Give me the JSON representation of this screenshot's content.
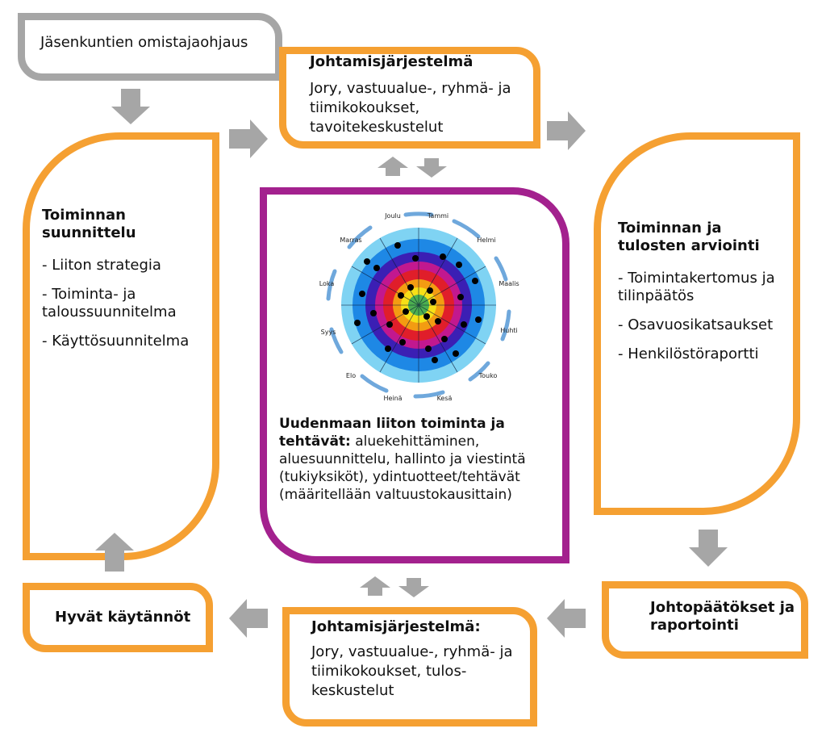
{
  "owner_guidance": "Jäsenkuntien omistajaohjaus",
  "top_mgmt": {
    "title": "Johtamisjärjestelmä",
    "body": "Jory, vastuualue-, ryhmä- ja tiimikokoukset, tavoitekeskustelut"
  },
  "planning": {
    "title": "Toiminnan suunnittelu",
    "items": [
      "- Liiton strategia",
      "- Toiminta- ja taloussuunnitelma",
      "- Käyttösuunnitelma"
    ]
  },
  "evaluation": {
    "title": "Toiminnan ja tulosten arviointi",
    "items": [
      "- Toimintakertomus ja tilinpäätös",
      "- Osavuosikatsaukset",
      "- Henkilöstöraportti"
    ]
  },
  "center": {
    "title": "Uudenmaan liiton toiminta ja tehtävät:",
    "body": "aluekehittäminen, aluesuunnittelu, hallinto ja viestintä (tukiyksiköt), ydintuotteet/tehtävät (määritellään valtuustokausittain)",
    "months": [
      "Tammi",
      "Helmi",
      "Maalis",
      "Huhti",
      "Touko",
      "Kesä",
      "Heinä",
      "Elo",
      "Syys",
      "Loka",
      "Marras",
      "Joulu"
    ]
  },
  "conclusions": "Johtopäätökset ja raportointi",
  "practices": "Hyvät käytännöt",
  "bottom_mgmt": {
    "title": "Johtamisjärjestelmä:",
    "body": "Jory, vastuualue-, ryhmä- ja tiimikokoukset, tulos-keskustelut"
  },
  "colors": {
    "orange": "#f5a032",
    "gray": "#a6a6a6",
    "purple": "#a3218e",
    "arrow": "#a6a6a6"
  }
}
